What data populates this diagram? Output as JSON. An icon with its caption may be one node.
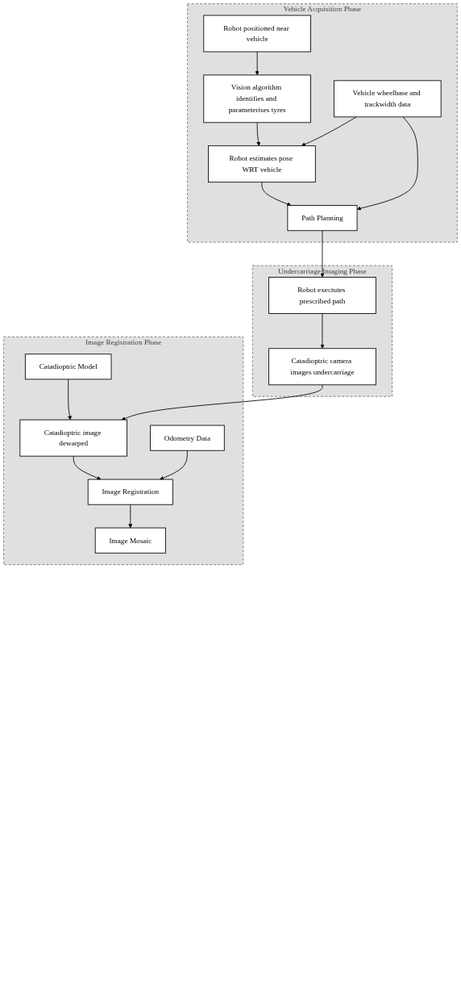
{
  "diagram": {
    "nodes": [
      {
        "text": [
          "Vehicle Acquisition Phase"
        ]
      },
      {
        "text": [
          "Robot positioned near vehicle"
        ],
        "in": 0
      },
      {
        "text": [
          "Vision algorithm identifies and parameterises tyres"
        ],
        "in": 0
      },
      {
        "text": [
          "Robot estimates pose WRT vehicle"
        ],
        "in": 0
      },
      {
        "text": [
          "Vehicle wheelbase and trackwidth data"
        ],
        "in": 0
      },
      {
        "text": [
          "Path Planning"
        ],
        "in": 0
      },
      {
        "text": [
          "Undercarriage Imaging Phase"
        ]
      },
      {
        "text": [
          "Robot exectutes prescribed path"
        ],
        "in": 6
      },
      {
        "text": [
          "Catadioptric camera images undercarriage"
        ],
        "in": 6
      },
      {
        "text": [
          "Image Registration Phase"
        ]
      },
      {
        "text": [
          "Catadioptric image dewarped"
        ],
        "in": 9
      },
      {
        "text": [
          "Catadioptric Model"
        ],
        "in": 9
      },
      {
        "text": [
          "Image Registration"
        ],
        "in": 9
      },
      {
        "text": [
          "Odometry Data"
        ],
        "in": 9
      },
      {
        "text": [
          "Image Mosaic"
        ],
        "in": 9
      }
    ],
    "edges": [
      {
        "from": 1,
        "to": 2,
        "arrow": "to"
      },
      {
        "from": 2,
        "to": 3,
        "arrow": "to"
      },
      {
        "from": 4,
        "to": 3,
        "arrow": "to"
      },
      {
        "from": 4,
        "to": 5,
        "arrow": "to"
      },
      {
        "from": 3,
        "to": 5,
        "arrow": "to"
      },
      {
        "from": 5,
        "to": 7,
        "arrow": "to"
      },
      {
        "from": 7,
        "to": 8,
        "arrow": "to"
      },
      {
        "from": 8,
        "to": 10,
        "arrow": "to"
      },
      {
        "from": 11,
        "to": 10,
        "arrow": "to"
      },
      {
        "from": 10,
        "to": 12,
        "arrow": "to"
      },
      {
        "from": 13,
        "to": 12,
        "arrow": "to"
      },
      {
        "from": 12,
        "to": 14,
        "arrow": "to"
      }
    ]
  }
}
